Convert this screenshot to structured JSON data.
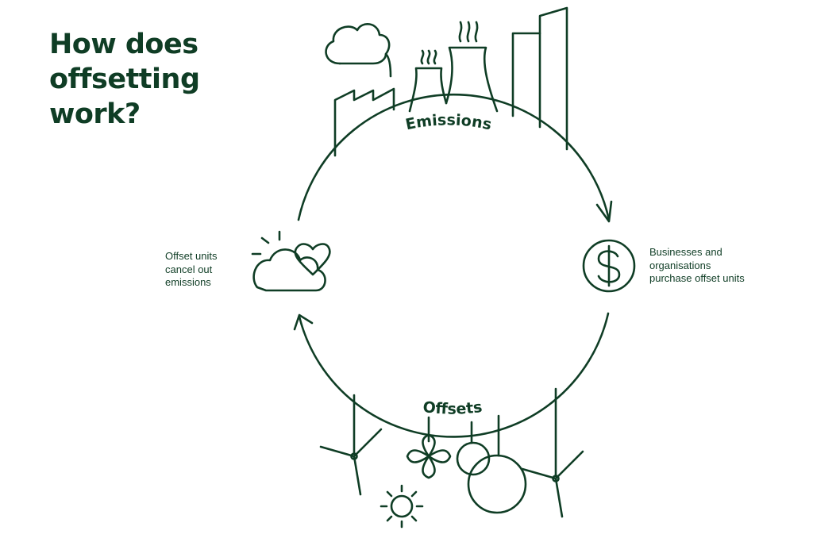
{
  "title": {
    "lines": [
      "How does",
      "offsetting",
      "work?"
    ]
  },
  "cycle": {
    "top_label": "Emissions",
    "bottom_label": "Offsets",
    "left_label": {
      "lines": [
        "Offset units",
        "cancel out",
        "emissions"
      ]
    },
    "right_label": {
      "lines": [
        "Businesses and",
        "organisations",
        "purchase offset units"
      ]
    }
  },
  "icons": {
    "top": [
      "cloud-icon",
      "factory-icon",
      "cooling-tower-icon",
      "skyscraper-icon"
    ],
    "left": "cloud-heart-icon",
    "right": "dollar-coin-icon",
    "bottom": [
      "wind-turbine-icon",
      "flower-icon",
      "sun-icon",
      "tree-icon"
    ]
  },
  "colors": {
    "ink": "#0f3d25",
    "background": "#ffffff"
  }
}
